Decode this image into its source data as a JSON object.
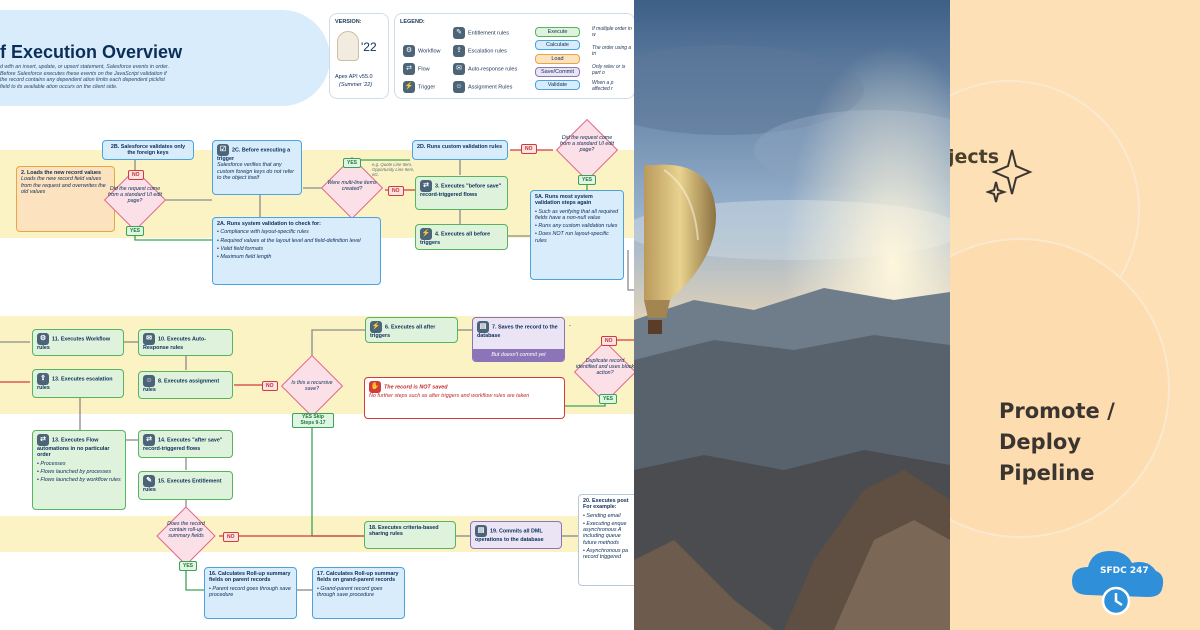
{
  "diagram": {
    "title": "f Execution Overview",
    "intro": "d with an insert, update, or upsert statement, Salesforce events in order. Before Salesforce executes these events on the JavaScript validation if the record contains any dependent ation limits each dependent picklist field to its available ation occurs on the client side.",
    "version_label": "VERSION:",
    "version_badge": "'22",
    "version_api": "Apex API v55.0",
    "version_release": "(Summer '22)",
    "legend_label": "LEGEND:",
    "legend_types": [
      "Workflow",
      "Flow",
      "Trigger"
    ],
    "legend_rules": [
      "Entitlement rules",
      "Escalation rules",
      "Auto-response rules",
      "Assignment Rules"
    ],
    "legend_actions": [
      "Execute",
      "Calculate",
      "Load",
      "Save/Commit",
      "Validate"
    ],
    "legend_notes": [
      "If multiple order in w",
      "The order using a tri",
      "Only relev or is part o",
      "When a p affected r"
    ],
    "yes": "YES",
    "no": "NO",
    "note_2c": "e.g. Quote Line Item, Opportunity Line Item, etc.",
    "steps": {
      "s2": {
        "title": "2. Loads the new record values",
        "body": "Loads the new record field values from the request and overwrites the old values"
      },
      "s2b": {
        "title": "2B. Salesforce validates only the foreign keys"
      },
      "s2c": {
        "title": "2C. Before executing a trigger",
        "body": "Salesforce verifies that any custom foreign keys do not refer to the object itself"
      },
      "s2d": {
        "title": "2D. Runs custom validation rules"
      },
      "s3": {
        "title": "3. Executes \"before save\" record-triggered flows"
      },
      "s4": {
        "title": "4. Executes all before triggers"
      },
      "s2a": {
        "title": "2A. Runs system validation to check for:",
        "items": [
          "Compliance with layout-specific rules",
          "Required values at the layout level and field-definition level",
          "Valid field formats",
          "Maximum field length"
        ]
      },
      "s5a": {
        "title": "5A. Runs most system validation steps again",
        "items": [
          "Such as verifying that all required fields have a non-null value",
          "Runs any custom validation rules",
          "Does NOT run layout-specific rules"
        ]
      },
      "s6": {
        "title": "6. Executes all after triggers"
      },
      "s7": {
        "title": "7. Saves the record to the database",
        "note": "But doesn't commit yet"
      },
      "s8": {
        "title": "8. Executes assignment rules"
      },
      "s10": {
        "title": "10. Executes Auto-Response rules"
      },
      "s11": {
        "title": "11. Executes Workflow rules"
      },
      "s13a": {
        "title": "13. Executes escalation rules"
      },
      "s13b": {
        "title": "13. Executes Flow automations in no particular order",
        "items": [
          "Processes",
          "Flows launched by processes",
          "Flows launched by workflow rules"
        ]
      },
      "s14": {
        "title": "14. Executes \"after save\" record-triggered flows"
      },
      "s15": {
        "title": "15. Executes Entitlement rules"
      },
      "s16": {
        "title": "16. Calculates Roll-up summary fields on parent records",
        "items": [
          "Parent record goes through save procedure"
        ]
      },
      "s17": {
        "title": "17. Calculates Roll-up summary fields on grand-parent records",
        "items": [
          "Grand-parent record goes through save procedure"
        ]
      },
      "s18": {
        "title": "18. Executes criteria-based sharing rules"
      },
      "s19": {
        "title": "19. Commits all DML operations to the database"
      },
      "s20": {
        "title": "20. Executes post For example:",
        "items": [
          "Sending email",
          "Executing enque asynchronous A including queue future methods",
          "Asynchronous pa record triggered"
        ]
      },
      "notsaved": {
        "title": "The record is NOT saved",
        "body": "No further steps such as after triggers and workflow rules are taken"
      }
    },
    "decisions": {
      "d_std": "Did the request come from a standard UI edit page?",
      "d_multi": "Were multi-line items created?",
      "d_std2": "Did the request come from a standard UI edit page?",
      "d_dup": "Duplicate record identified and uses block action?",
      "d_rec": "Is this a recursive save?",
      "d_roll": "Does the record contain roll-up summary fields"
    },
    "skip_label": "YES Skip Steps 9-17"
  },
  "promo": {
    "partial_title": "jects",
    "title_lines": [
      "Promote /",
      "Deploy",
      "Pipeline"
    ],
    "brand": "SFDC 247"
  },
  "colors": {
    "band": "#fbf3c4",
    "promo_bg": "#fde0b6",
    "brand_blue": "#2f8fd8"
  }
}
